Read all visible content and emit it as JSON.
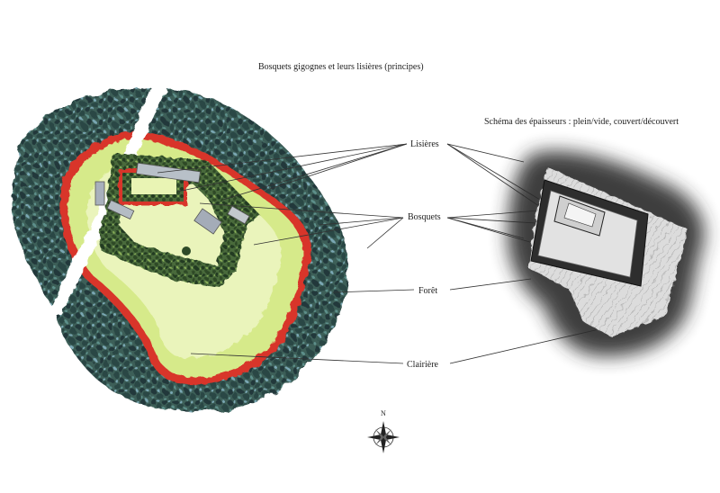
{
  "title": "Bosquets gigognes et leurs lisières (principes)",
  "subtitle": "Schéma des épaisseurs : plein/vide, couvert/découvert",
  "legend": {
    "lisieres": "Lisières",
    "bosquets": "Bosquets",
    "foret": "Forêt",
    "clairiere": "Clairière"
  },
  "compass": {
    "north": "N"
  },
  "colors": {
    "forest": "#2f4f4a",
    "forest_edge": "#6a9aa6",
    "edge_red": "#d8352a",
    "clearing": "#e2f0a0",
    "clearing_light": "#f4f8d2",
    "grove": "#2d4a2a",
    "road": "#ffffff",
    "schema_dark": "#2a2a2a",
    "schema_mid": "#bdbdbd"
  }
}
